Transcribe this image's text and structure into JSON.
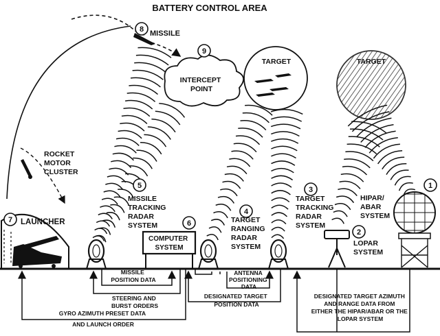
{
  "title": "BATTERY CONTROL AREA",
  "components": {
    "hipar": {
      "number": "1",
      "lines": [
        "HIPAR/",
        "ABAR",
        "SYSTEM"
      ]
    },
    "lopar": {
      "number": "2",
      "lines": [
        "LOPAR",
        "SYSTEM"
      ]
    },
    "ttr": {
      "number": "3",
      "lines": [
        "TARGET",
        "TRACKING",
        "RADAR",
        "SYSTEM"
      ]
    },
    "trr": {
      "number": "4",
      "lines": [
        "TARGET",
        "RANGING",
        "RADAR",
        "SYSTEM"
      ]
    },
    "mtr": {
      "number": "5",
      "lines": [
        "MISSILE",
        "TRACKING",
        "RADAR",
        "SYSTEM"
      ]
    },
    "computer": {
      "number": "6",
      "lines": [
        "COMPUTER",
        "SYSTEM"
      ]
    },
    "launcher": {
      "number": "7",
      "label": "LAUNCHER"
    },
    "missile": {
      "number": "8",
      "label": "MISSILE"
    },
    "intercept": {
      "number": "9",
      "lines": [
        "INTERCEPT",
        "POINT"
      ]
    }
  },
  "labels": {
    "target_left": "TARGET",
    "target_right": "TARGET",
    "rocket": [
      "ROCKET",
      "MOTOR",
      "CLUSTER"
    ]
  },
  "data_flows": {
    "missile_position": [
      "MISSILE",
      "POSITION DATA"
    ],
    "steering": [
      "STEERING AND",
      "BURST ORDERS"
    ],
    "gyro": [
      "GYRO AZIMUTH PRESET DATA",
      "AND LAUNCH ORDER"
    ],
    "antenna": [
      "ANTENNA",
      "POSITIONING",
      "DATA"
    ],
    "designated_target": [
      "DESIGNATED TARGET",
      "POSITION DATA"
    ],
    "designated_azimuth": [
      "DESIGNATED TARGET AZIMUTH",
      "AND RANGE DATA FROM",
      "EITHER THE HIPAR/ABAR OR THE",
      "LOPAR SYSTEM"
    ]
  }
}
